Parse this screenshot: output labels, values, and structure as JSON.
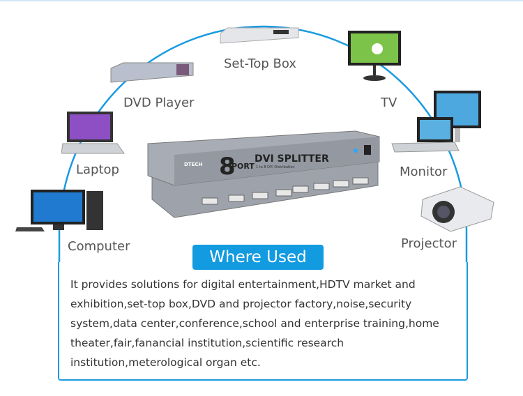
{
  "devices": {
    "set_top_box": "Set-Top Box",
    "dvd_player": "DVD Player",
    "tv": "TV",
    "laptop": "Laptop",
    "monitor": "Monitor",
    "computer": "Computer",
    "projector": "Projector"
  },
  "product": {
    "brand": "DTECH",
    "port_count": "8",
    "port_label": "PORT",
    "title": "DVI SPLITTER",
    "subtitle": "1 to 8 DVI Distribution"
  },
  "section": {
    "badge": "Where Used",
    "description": "It provides solutions for digital entertainment,HDTV market and exhibition,set-top box,DVD and projector factory,noise,security system,data center,conference,school and enterprise training,home theater,fair,fanancial institution,scientific research institution,meterological organ etc."
  },
  "colors": {
    "accent": "#129be0"
  }
}
